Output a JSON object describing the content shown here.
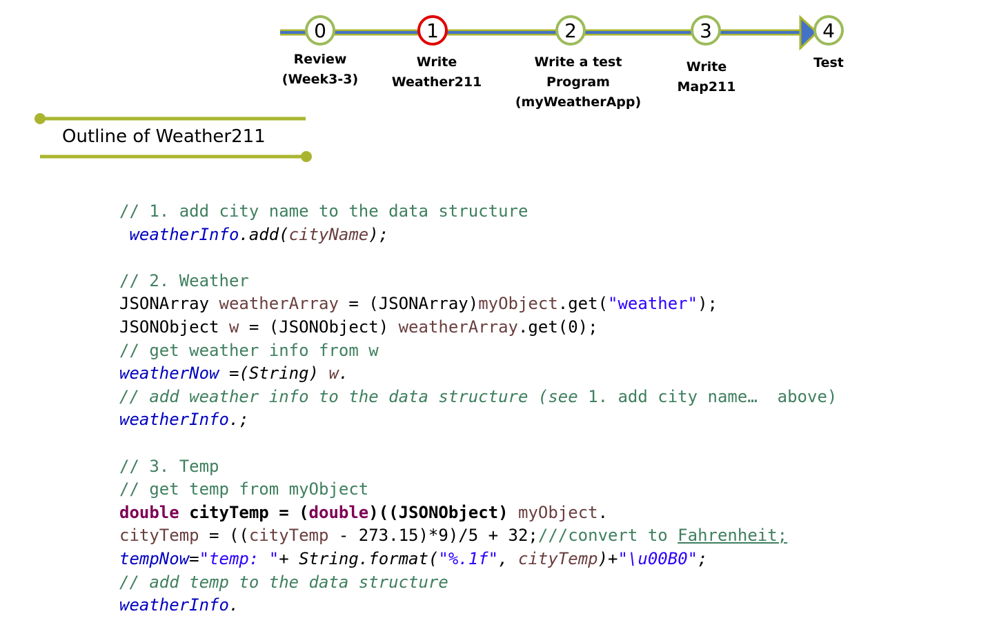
{
  "stepper": {
    "steps": [
      {
        "number": "0",
        "label": "Review\n(Week3-3)",
        "state": "done"
      },
      {
        "number": "1",
        "label": "Write\nWeather211",
        "state": "active"
      },
      {
        "number": "2",
        "label": "Write a test\nProgram\n(myWeatherApp)",
        "state": "done"
      },
      {
        "number": "3",
        "label": "Write\nMap211",
        "state": "done"
      },
      {
        "number": "4",
        "label": "Test",
        "state": "done"
      }
    ]
  },
  "section_title": "Outline of Weather211",
  "colors": {
    "accent_green": "#9bbb59",
    "line_olive": "#aab52f",
    "arrow_blue": "#4472c4",
    "active_red": "#e00000",
    "comment": "#3f7f5f",
    "field": "#0000c0",
    "local_var": "#6a3e3e",
    "string": "#2a00ff",
    "keyword": "#7f0055"
  },
  "code": {
    "l1_comment": "// 1. add city name to the data structure",
    "l2_field": "weatherInfo",
    "l2_mid": ".add(",
    "l2_var": "cityName",
    "l2_end": ");",
    "l4_comment": "// 2. Weather",
    "l5_type": "JSONArray ",
    "l5_var": "weatherArray",
    "l5_mid": " = (JSONArray)",
    "l5_obj": "myObject",
    "l5_get": ".get(",
    "l5_str": "\"weather\"",
    "l5_end": ");",
    "l6_type": "JSONObject ",
    "l6_var": "w",
    "l6_mid": " = (JSONObject) ",
    "l6_var2": "weatherArray",
    "l6_end": ".get(0);",
    "l7_comment": "// get weather info from w",
    "l8_field": "weatherNow",
    "l8_mid": " =(String) ",
    "l8_var": "w",
    "l8_end": ".",
    "l9_comment": "// add weather info to the data structure (see ",
    "l9_comment_plain": "1. add city name…  above)",
    "l10_field": "weatherInfo",
    "l10_end": ".;",
    "l12_comment": "// 3. Temp",
    "l13_comment": "// get temp from myObject",
    "l14_kw1": "double",
    "l14_var": " cityTemp",
    "l14_mid": " = (",
    "l14_kw2": "double",
    "l14_cast": ")((JSONObject) ",
    "l14_obj": "myObject",
    "l14_end": ".",
    "l15_var1": "cityTemp",
    "l15_mid1": " = ((",
    "l15_var2": "cityTemp",
    "l15_mid2": " - 273.15)*9)/5 + 32;",
    "l15_comment": "///convert to ",
    "l15_comment_ul": "Fahrenheit;",
    "l16_field": "tempNow",
    "l16_eq": "=",
    "l16_str1": "\"temp: \"",
    "l16_mid": "+ String.format(",
    "l16_str2": "\"%.1f\"",
    "l16_comma": ", ",
    "l16_var": "cityTemp",
    "l16_plus": ")+",
    "l16_str3": "\"\\u00B0\"",
    "l16_end": ";",
    "l17_comment": "// add temp to the data structure",
    "l18_field": "weatherInfo",
    "l18_end": "."
  }
}
